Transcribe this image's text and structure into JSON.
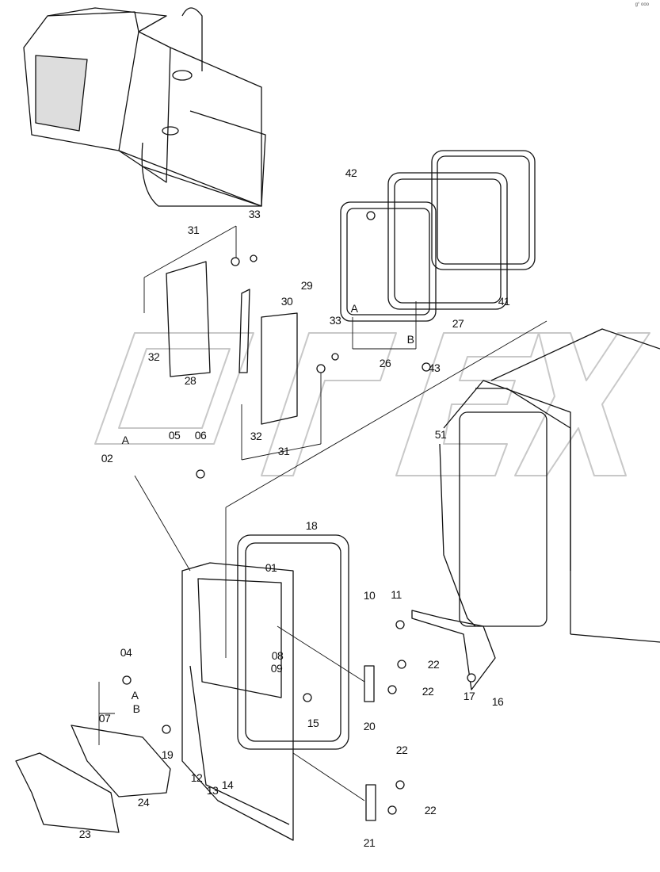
{
  "diagram": {
    "corner_mark": "g° ooo",
    "watermark": "OPEX",
    "colors": {
      "line": "#111111",
      "watermark": "#c8c8c8",
      "background": "#ffffff"
    },
    "callouts": [
      "42",
      "33",
      "31",
      "29",
      "30",
      "41",
      "A",
      "27",
      "32",
      "33",
      "B",
      "26",
      "43",
      "28",
      "51",
      "32",
      "31",
      "A",
      "05",
      "06",
      "02",
      "18",
      "01",
      "10",
      "11",
      "04",
      "08",
      "09",
      "22",
      "22",
      "A",
      "17",
      "16",
      "B",
      "07",
      "15",
      "20",
      "19",
      "22",
      "12",
      "13",
      "14",
      "24",
      "22",
      "23",
      "21"
    ]
  }
}
